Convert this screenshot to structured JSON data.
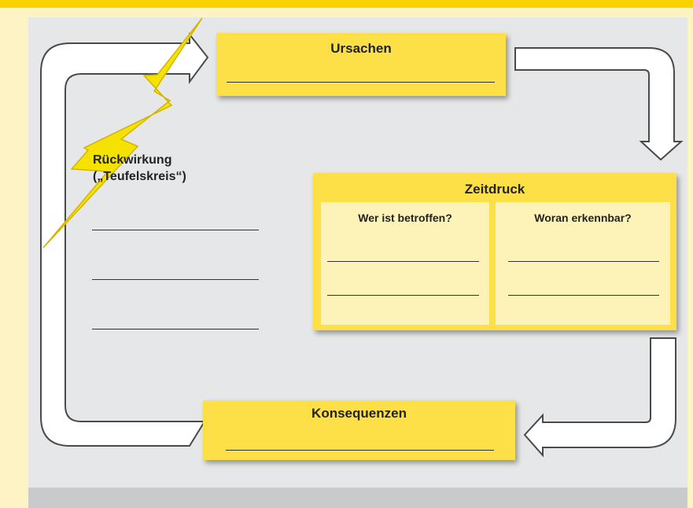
{
  "ursachen": {
    "title": "Ursachen"
  },
  "zeitdruck": {
    "title": "Zeitdruck",
    "columns": [
      {
        "title": "Wer ist betroffen?"
      },
      {
        "title": "Woran erkennbar?"
      }
    ]
  },
  "konsequenzen": {
    "title": "Konsequenzen"
  },
  "rueckwirkung": {
    "line1": "Rückwirkung",
    "line2": "(„Teufelskreis“)"
  },
  "colors": {
    "box_yellow": "#fde047",
    "sub_panel": "#fdf3b8",
    "panel_gray": "#e6e7e8",
    "frame_yellow": "#f7d300",
    "lightning": "#f5e200"
  },
  "icons": [
    "lightning-bolt-icon",
    "loop-arrow-icon"
  ]
}
